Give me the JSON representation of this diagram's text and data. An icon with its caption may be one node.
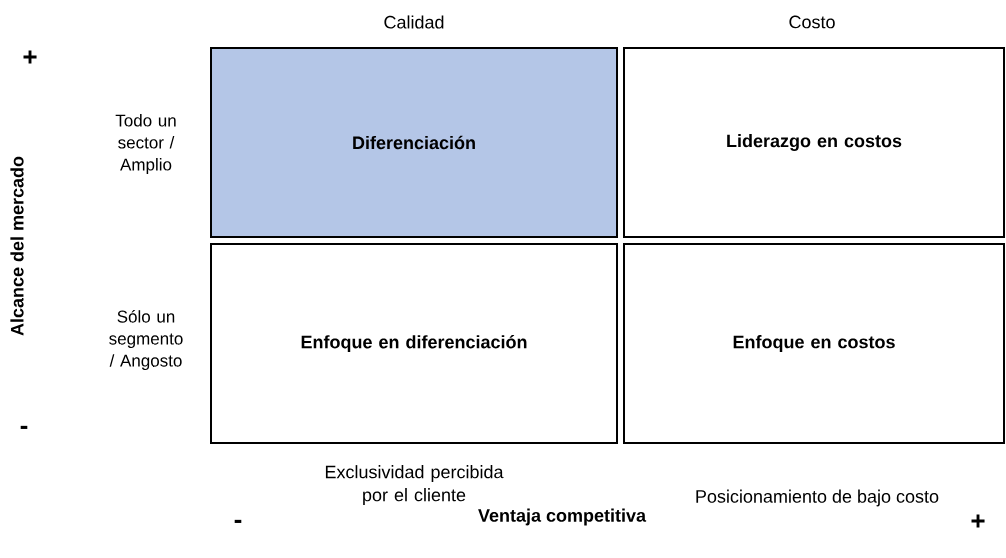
{
  "diagram": {
    "nodes": [
      {
        "text": [
          "Diferenciación"
        ]
      },
      {
        "text": [
          "Liderazgo en costos"
        ]
      },
      {
        "text": [
          "Enfoque en diferenciación"
        ]
      },
      {
        "text": [
          "Enfoque en costos"
        ]
      }
    ],
    "labels": [
      "Calidad",
      "Costo",
      "+",
      "Todo un sector / Amplio",
      "Alcance del mercado",
      "Sólo un segmento / Angosto",
      "-",
      "Exclusividad percibida por el cliente",
      "Posicionamiento de bajo costo",
      "-",
      "Ventaja competitiva",
      "+"
    ]
  }
}
